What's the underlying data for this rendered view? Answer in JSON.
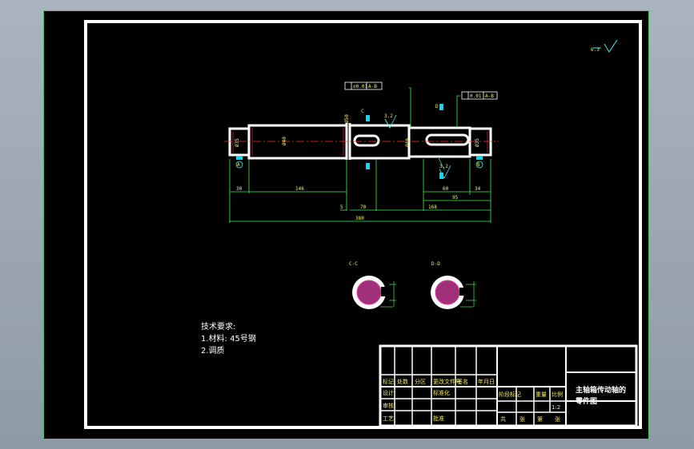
{
  "drawing": {
    "roughness_symbol": "6.3",
    "tolerance_frame_1": "⌀0.01",
    "tolerance_frame_1_ref": "A-B",
    "tolerance_frame_2": "0.01",
    "tolerance_frame_2_ref": "A-B",
    "surface_finish_1": "3.2",
    "surface_finish_2": "3.2",
    "datum_a": "A",
    "datum_b": "B",
    "section_c_label": "C-C",
    "section_d_label": "D-D",
    "section_c_marker": "C",
    "section_d_marker": "D",
    "dims": {
      "d_left": "30",
      "d_mid": "146",
      "d_key1": "70",
      "d_key2": "60",
      "d_right": "34",
      "d_small": "5",
      "d_168": "168",
      "d_total": "380",
      "d_95": "95",
      "dia1": "Ø35",
      "dia2": "Ø40",
      "dia3": "Ø50",
      "dia4": "Ø40",
      "dia5": "Ø35"
    }
  },
  "tech_requirements": {
    "title": "技术要求:",
    "line1": "1.材料: 45号钢",
    "line2": "2.调质"
  },
  "title_block": {
    "part_name_line1": "主轴箱传动轴的",
    "part_name_line2": "零件图",
    "scale": "1:2",
    "row_labels": [
      "标记",
      "处数",
      "分区",
      "更改文件号",
      "签名",
      "年月日"
    ],
    "row2_labels": [
      "设计",
      "标准化"
    ],
    "row3_labels": [
      "审核"
    ],
    "row4_labels": [
      "工艺",
      "批准"
    ],
    "stage_labels": [
      "阶段标记",
      "重量",
      "比例"
    ],
    "sheet_labels": [
      "共",
      "张",
      "第",
      "张"
    ]
  }
}
